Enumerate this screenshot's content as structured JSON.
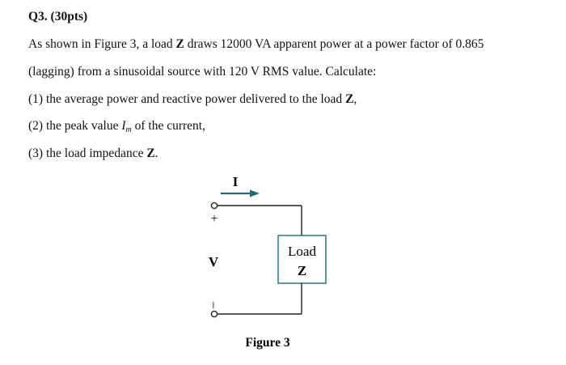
{
  "question": {
    "title": "Q3. (30pts)",
    "line1": {
      "a": "As shown in Figure 3, a load ",
      "b": "Z",
      "c": " draws 12000 VA apparent power at a power factor of 0.865"
    },
    "line2": "(lagging) from a sinusoidal source with 120 V RMS value. Calculate:",
    "part1": {
      "a": "(1)  the average power and reactive power delivered to the load ",
      "b": "Z",
      "c": ","
    },
    "part2": {
      "a": "(2)  the peak value ",
      "b": "I",
      "sub": "m",
      "c": " of the current,"
    },
    "part3": {
      "a": "(3)  the load impedance ",
      "b": "Z",
      "c": "."
    }
  },
  "figure": {
    "current_label": "I",
    "plus_label": "+",
    "voltage_label": "V",
    "minus_label": "–",
    "load_label_top": "Load",
    "load_label_bottom": "Z",
    "caption": "Figure 3",
    "wire_color": "#222222",
    "accent_color": "#1f6b73"
  }
}
